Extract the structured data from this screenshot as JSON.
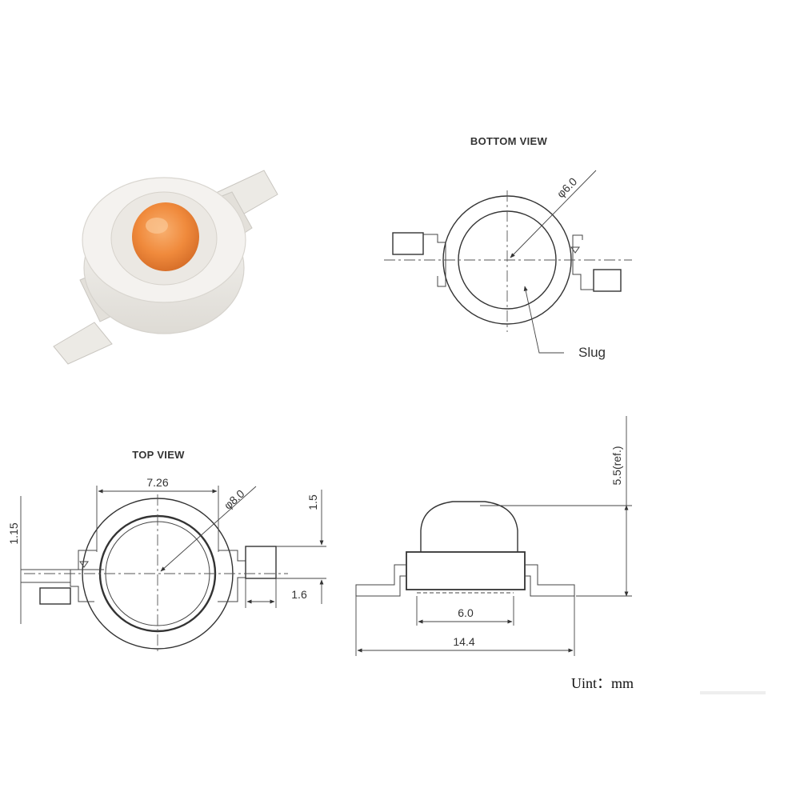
{
  "diagram": {
    "bottom_view": {
      "title": "BOTTOM VIEW",
      "slug_diameter": "φ6.0",
      "slug_label": "Slug"
    },
    "top_view": {
      "title": "TOP VIEW",
      "width": "7.26",
      "lens_diameter": "φ8.0",
      "pin_offset": "1.15",
      "pin_length": "1.5",
      "pin_width": "1.6"
    },
    "side_view": {
      "height": "5.5(ref.)",
      "slug_width": "6.0",
      "total_length": "14.4"
    },
    "unit_label": "Uint：mm",
    "colors": {
      "lens_orange": "#f08a3c",
      "body_white": "#f1efec",
      "pad_metal": "#e6e4df"
    }
  }
}
